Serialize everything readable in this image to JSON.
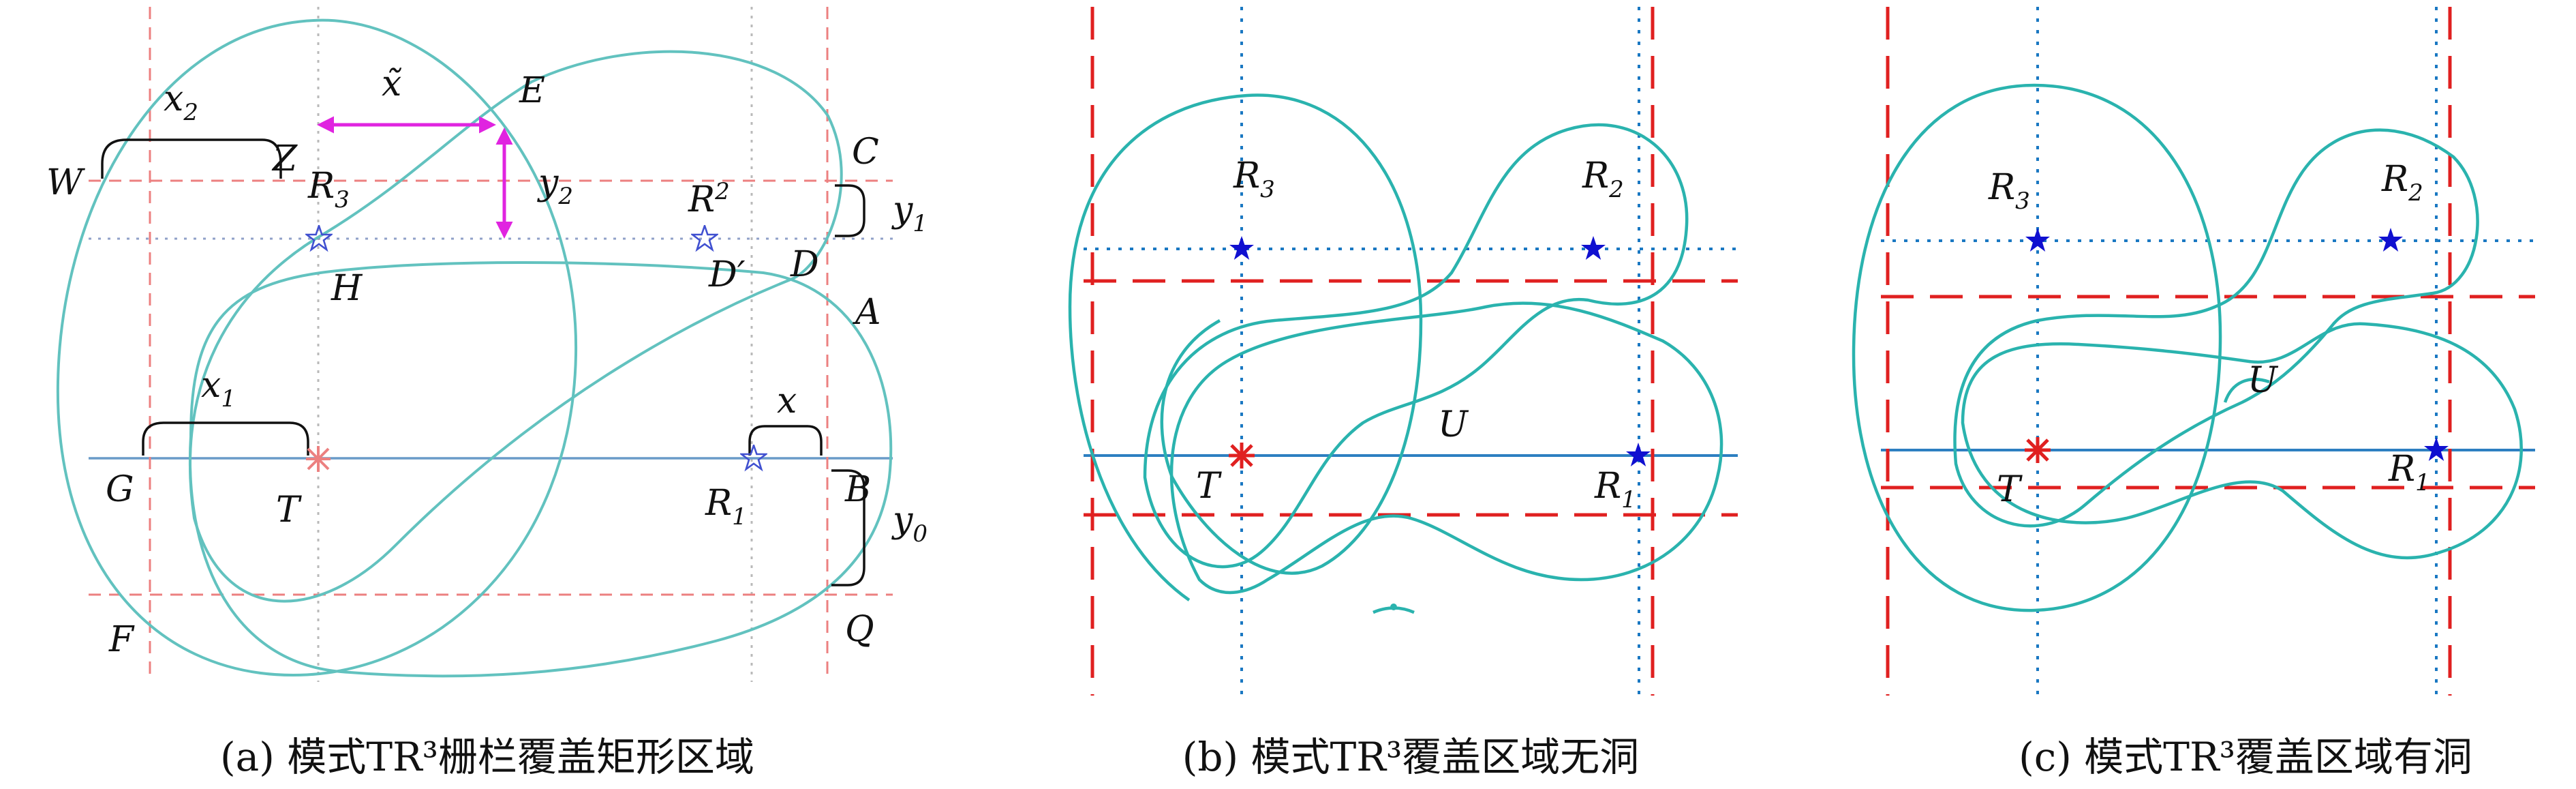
{
  "colors": {
    "coverage_curve": "#2ab3ae",
    "barrier_line": "#e02020",
    "target_marker": "#e02020",
    "relay_marker": "#1010d0",
    "x_tilde_arrow": "#e024e0",
    "axis": "#2d7fc1"
  },
  "panel_a": {
    "caption": "(a) 模式TR³栅栏覆盖矩形区域",
    "labels": {
      "W": "W",
      "Z": "Z",
      "E": "E",
      "C": "C",
      "D": "D",
      "D_prime": "D′",
      "A": "A",
      "B": "B",
      "G": "G",
      "F": "F",
      "Q": "Q",
      "H": "H",
      "T": "T"
    },
    "nodes": {
      "R3": "R",
      "R3_sub": "3",
      "R2": "R",
      "R2_sub": "2",
      "R1": "R",
      "R1_sub": "1"
    },
    "dims": {
      "x_tilde": "x̃",
      "x2": "x",
      "x2_sub": "2",
      "x1": "x",
      "x1_sub": "1",
      "x": "x",
      "y2": "y",
      "y2_sub": "2",
      "y1": "y",
      "y1_sub": "1",
      "y0": "y",
      "y0_sub": "0"
    },
    "marker_icons": {
      "target": "asterisk-icon",
      "relay": "hollow-star-icon"
    }
  },
  "panel_b": {
    "caption": "(b) 模式TR³覆盖区域无洞",
    "labels": {
      "T": "T",
      "U": "U"
    },
    "nodes": {
      "R3": "R",
      "R3_sub": "3",
      "R2": "R",
      "R2_sub": "2",
      "R1": "R",
      "R1_sub": "1"
    },
    "marker_icons": {
      "target": "asterisk-icon",
      "relay": "filled-star-icon"
    }
  },
  "panel_c": {
    "caption": "(c) 模式TR³覆盖区域有洞",
    "labels": {
      "T": "T",
      "U": "U"
    },
    "nodes": {
      "R3": "R",
      "R3_sub": "3",
      "R2": "R",
      "R2_sub": "2",
      "R1": "R",
      "R1_sub": "1"
    },
    "marker_icons": {
      "target": "asterisk-icon",
      "relay": "filled-star-icon"
    }
  }
}
